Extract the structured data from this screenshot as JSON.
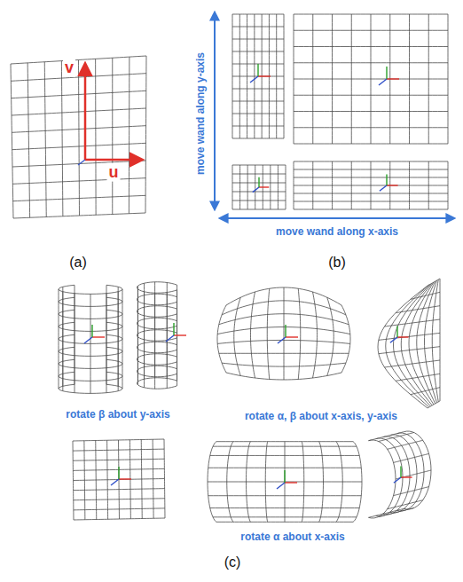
{
  "diagram": {
    "labels": [
      "v",
      "u",
      "(a)",
      "move wand along y-axis",
      "move wand along x-axis",
      "(b)",
      "rotate β about y-axis",
      "rotate α, β about x-axis, y-axis",
      "rotate α about x-axis",
      "(c)"
    ]
  }
}
